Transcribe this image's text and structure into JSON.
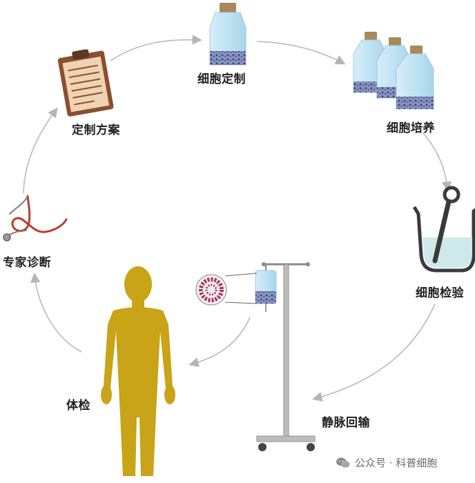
{
  "steps": {
    "cell_customization": "细胞定制",
    "cell_culture": "细胞培养",
    "cell_testing": "细胞检验",
    "iv_reinfusion": "静脉回输",
    "physical_exam": "体检",
    "expert_diagnosis": "专家诊断",
    "custom_plan": "定制方案"
  },
  "watermark": {
    "text": "公众号 · 科普细胞",
    "icon": "wechat-icon"
  },
  "colors": {
    "bottle_body": "#bfe3f3",
    "bottle_cap": "#a8895a",
    "cells": "#6e78a8",
    "body_figure": "#c9a318",
    "beaker_liquid": "#cfe9ea",
    "arrow": "#b7b7b7",
    "clipboard": "#e7c7ac",
    "stethoscope": "#c0392b"
  }
}
